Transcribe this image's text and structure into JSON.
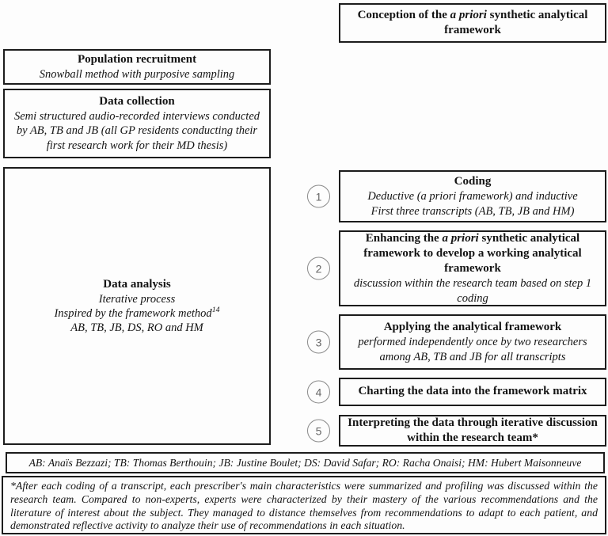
{
  "colors": {
    "background": "#fdfdfd",
    "box_border": "#1c1c1c",
    "circle_stroke": "#8a8a8a",
    "circle_number": "#666666",
    "text": "#141414"
  },
  "conception": {
    "title_pre": "Conception of the ",
    "title_italic": "a priori",
    "title_post": " synthetic analytical framework"
  },
  "population": {
    "title": "Population recruitment",
    "subtitle": "Snowball method with purposive sampling"
  },
  "collection": {
    "title": "Data collection",
    "subtitle": "Semi structured audio-recorded interviews conducted by AB, TB and JB (all GP residents conducting their first research work for their MD thesis)"
  },
  "analysis": {
    "title": "Data analysis",
    "line1": "Iterative process",
    "line2_pre": "Inspired by the framework method",
    "line2_sup": "14",
    "line3": "AB, TB, JB, DS, RO and HM"
  },
  "steps": [
    {
      "number": "1",
      "title_pre": "Coding",
      "title_italic": "",
      "title_post": "",
      "sub1": "Deductive (a priori framework) and inductive",
      "sub2": "First three transcripts (AB, TB, JB and HM)"
    },
    {
      "number": "2",
      "title_pre": "Enhancing the ",
      "title_italic": "a priori",
      "title_post": " synthetic analytical framework to develop a working analytical framework",
      "sub1": "discussion within the research team based on step 1 coding",
      "sub2": ""
    },
    {
      "number": "3",
      "title_pre": "Applying the analytical framework",
      "title_italic": "",
      "title_post": "",
      "sub1": "performed independently once by two researchers among AB, TB and JB for all transcripts",
      "sub2": ""
    },
    {
      "number": "4",
      "title_pre": "Charting the data into the framework matrix",
      "title_italic": "",
      "title_post": "",
      "sub1": "",
      "sub2": ""
    },
    {
      "number": "5",
      "title_pre": "Interpreting the data through iterative discussion within the research team*",
      "title_italic": "",
      "title_post": "",
      "sub1": "",
      "sub2": ""
    }
  ],
  "abbreviations": {
    "text": "AB: Anaïs Bezzazi; TB: Thomas Berthouin; JB: Justine Boulet; DS: David Safar; RO: Racha Onaisi; HM: Hubert Maisonneuve"
  },
  "footnote": {
    "text": "*After each coding of a transcript, each prescriber's main characteristics were summarized and profiling was discussed within the research team. Compared to non-experts, experts were characterized by their mastery of the various recommendations and the literature of interest about the subject. They managed to distance themselves from recommendations to adapt to each patient, and demonstrated reflective activity to analyze their use of recommendations in each situation."
  }
}
